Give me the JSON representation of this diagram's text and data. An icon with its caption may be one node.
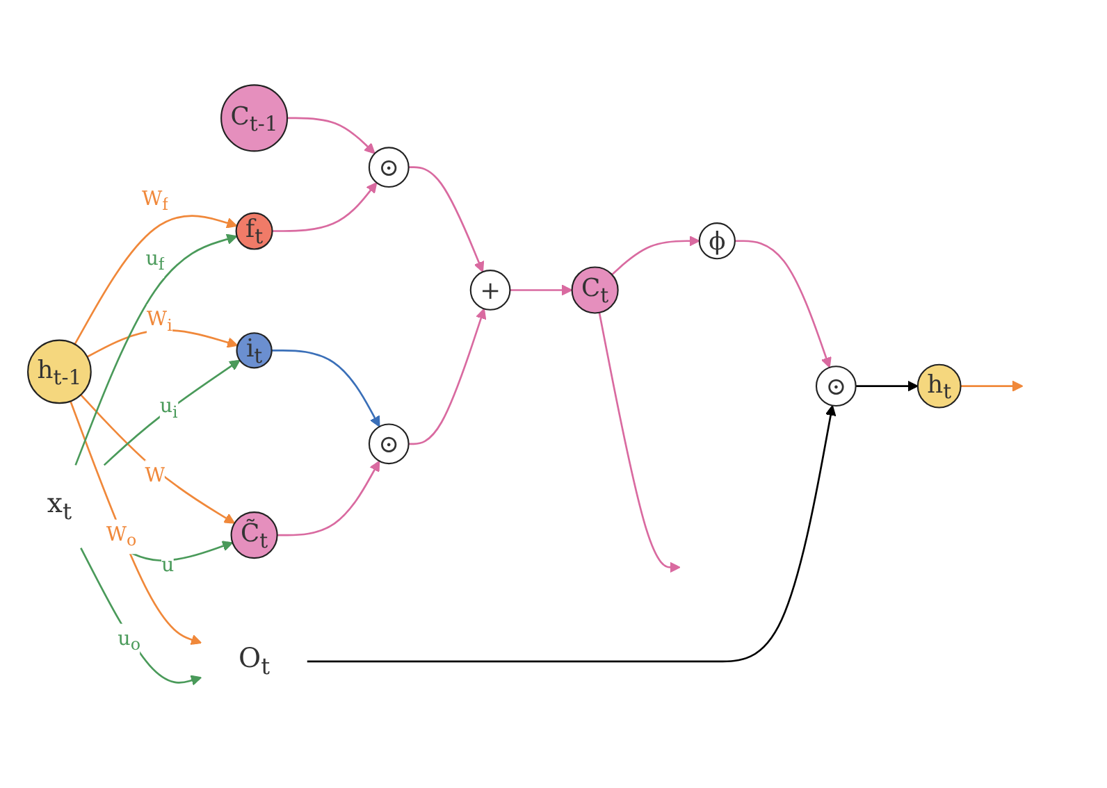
{
  "diagram": {
    "nodes": [
      {
        "text": [
          "C$_{t-1}$"
        ]
      },
      {
        "text": [
          "⊙"
        ]
      },
      {
        "text": [
          "+"
        ]
      },
      {
        "text": [
          "C$_{t}$"
        ]
      },
      {
        "text": [
          "f$_{t}$"
        ]
      },
      {
        "text": [
          "ϕ"
        ]
      },
      {
        "text": [
          "i$_{t}$"
        ]
      },
      {
        "text": [
          "⊙"
        ]
      },
      {
        "text": [
          "C̃$_{t}$"
        ]
      },
      {
        "text": [
          "⊙"
        ]
      },
      {
        "text": [
          "h$_{t-1}$"
        ]
      },
      {
        "text": [
          "O$_{t}$"
        ]
      },
      {
        "text": [
          "h$_{t}$"
        ]
      },
      {
        "text": [
          "x$_{t}$"
        ]
      }
    ],
    "edges": [
      {
        "from": 0,
        "to": 1,
        "arrow": "to"
      },
      {
        "from": 4,
        "to": 1,
        "arrow": "to"
      },
      {
        "from": 1,
        "to": 2,
        "arrow": "to"
      },
      {
        "from": 2,
        "to": 3,
        "arrow": "to"
      },
      {
        "from": 3,
        "to": null,
        "arrow": "to"
      },
      {
        "from": 3,
        "to": 5,
        "arrow": "to"
      },
      {
        "from": 5,
        "to": 9,
        "arrow": "to"
      },
      {
        "from": 6,
        "to": 7,
        "arrow": "to",
        "color": "#3a6fb8"
      },
      {
        "from": 8,
        "to": 7,
        "arrow": "to"
      },
      {
        "from": 7,
        "to": 2,
        "arrow": "to"
      },
      {
        "from": 10,
        "to": 4,
        "arrow": "to",
        "label": "W$_{f}$",
        "color": "#f0883a"
      },
      {
        "from": 10,
        "to": 6,
        "arrow": "to",
        "label": "W$_{i}$",
        "color": "#f0883a"
      },
      {
        "from": 10,
        "to": 8,
        "arrow": "to",
        "label": "W",
        "color": "#f0883a"
      },
      {
        "from": 10,
        "to": 11,
        "arrow": "to",
        "label": "W$_{o}$",
        "color": "#f0883a"
      },
      {
        "from": 13,
        "to": 4,
        "arrow": "to",
        "label": "u$_{f}$",
        "color": "#4a9a5a"
      },
      {
        "from": 13,
        "to": 6,
        "arrow": "to",
        "label": "u$_{i}$",
        "color": "#4a9a5a"
      },
      {
        "from": 13,
        "to": 8,
        "arrow": "to",
        "label": "u",
        "color": "#4a9a5a"
      },
      {
        "from": 13,
        "to": 11,
        "arrow": "to",
        "label": "u$_{o}$",
        "color": "#4a9a5a"
      },
      {
        "from": 11,
        "to": 9,
        "arrow": "to",
        "color": "#000000"
      },
      {
        "from": 9,
        "to": 12,
        "arrow": "to",
        "color": "#000000"
      },
      {
        "from": 12,
        "to": null,
        "arrow": "to",
        "color": "#f0883a"
      }
    ]
  }
}
